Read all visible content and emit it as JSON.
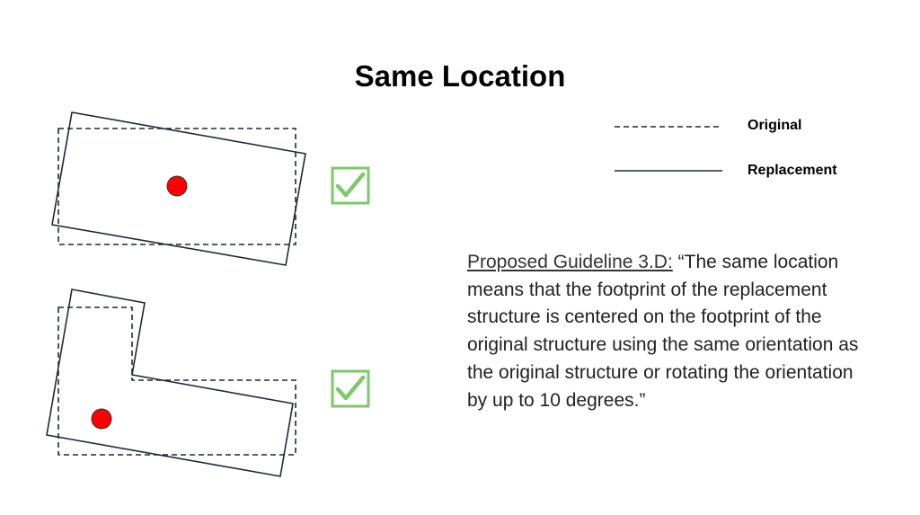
{
  "title": "Same Location",
  "legend": {
    "original": "Original",
    "replacement": "Replacement"
  },
  "guideline": {
    "label": "Proposed Guideline 3.D:",
    "quote": " “The same location means that the footprint of the replacement structure is centered on the footprint of the original structure using the same orientation as the original structure or rotating the orientation by up to 10 degrees.”"
  },
  "colors": {
    "outline": "#1f2a36",
    "center_dot": "#ff0000",
    "check": "#7dc86a"
  },
  "examples": [
    {
      "shape": "rectangle",
      "rotation_degrees": 10,
      "status": "check-icon"
    },
    {
      "shape": "L-shape",
      "rotation_degrees": 10,
      "status": "check-icon"
    }
  ]
}
